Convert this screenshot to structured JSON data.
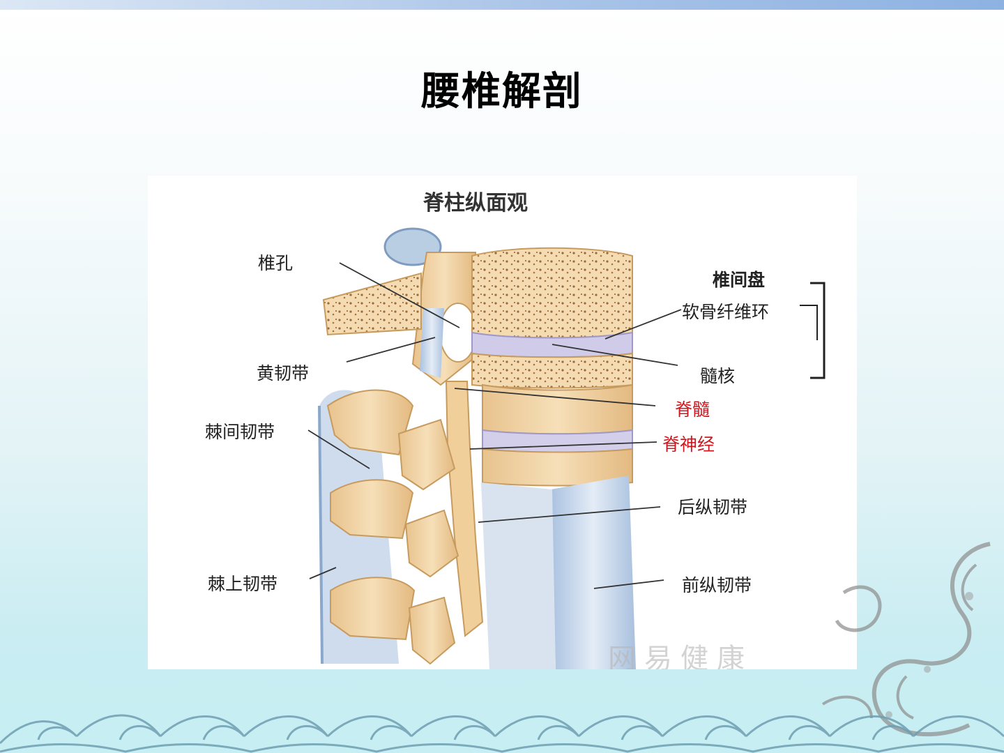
{
  "slide": {
    "title": "腰椎解剖"
  },
  "figure": {
    "title": "脊柱纵面观",
    "labels": {
      "vertebral_foramen": "椎孔",
      "ligamentum_flavum": "黄韧带",
      "interspinous_ligament": "棘间韧带",
      "supraspinous_ligament": "棘上韧带",
      "intervertebral_disc": "椎间盘",
      "annulus_fibrosus": "软骨纤维环",
      "nucleus_pulposus": "髓核",
      "spinal_cord": "脊髓",
      "spinal_nerve": "脊神经",
      "posterior_longitudinal_ligament": "后纵韧带",
      "anterior_longitudinal_ligament": "前纵韧带"
    },
    "watermark": "网易健康"
  },
  "colors": {
    "bone": "#f1d2a3",
    "bone_dark": "#d9ad72",
    "disc": "#c9c6e6",
    "ligament": "#b8cde6",
    "highlight_label": "#d0161e"
  }
}
